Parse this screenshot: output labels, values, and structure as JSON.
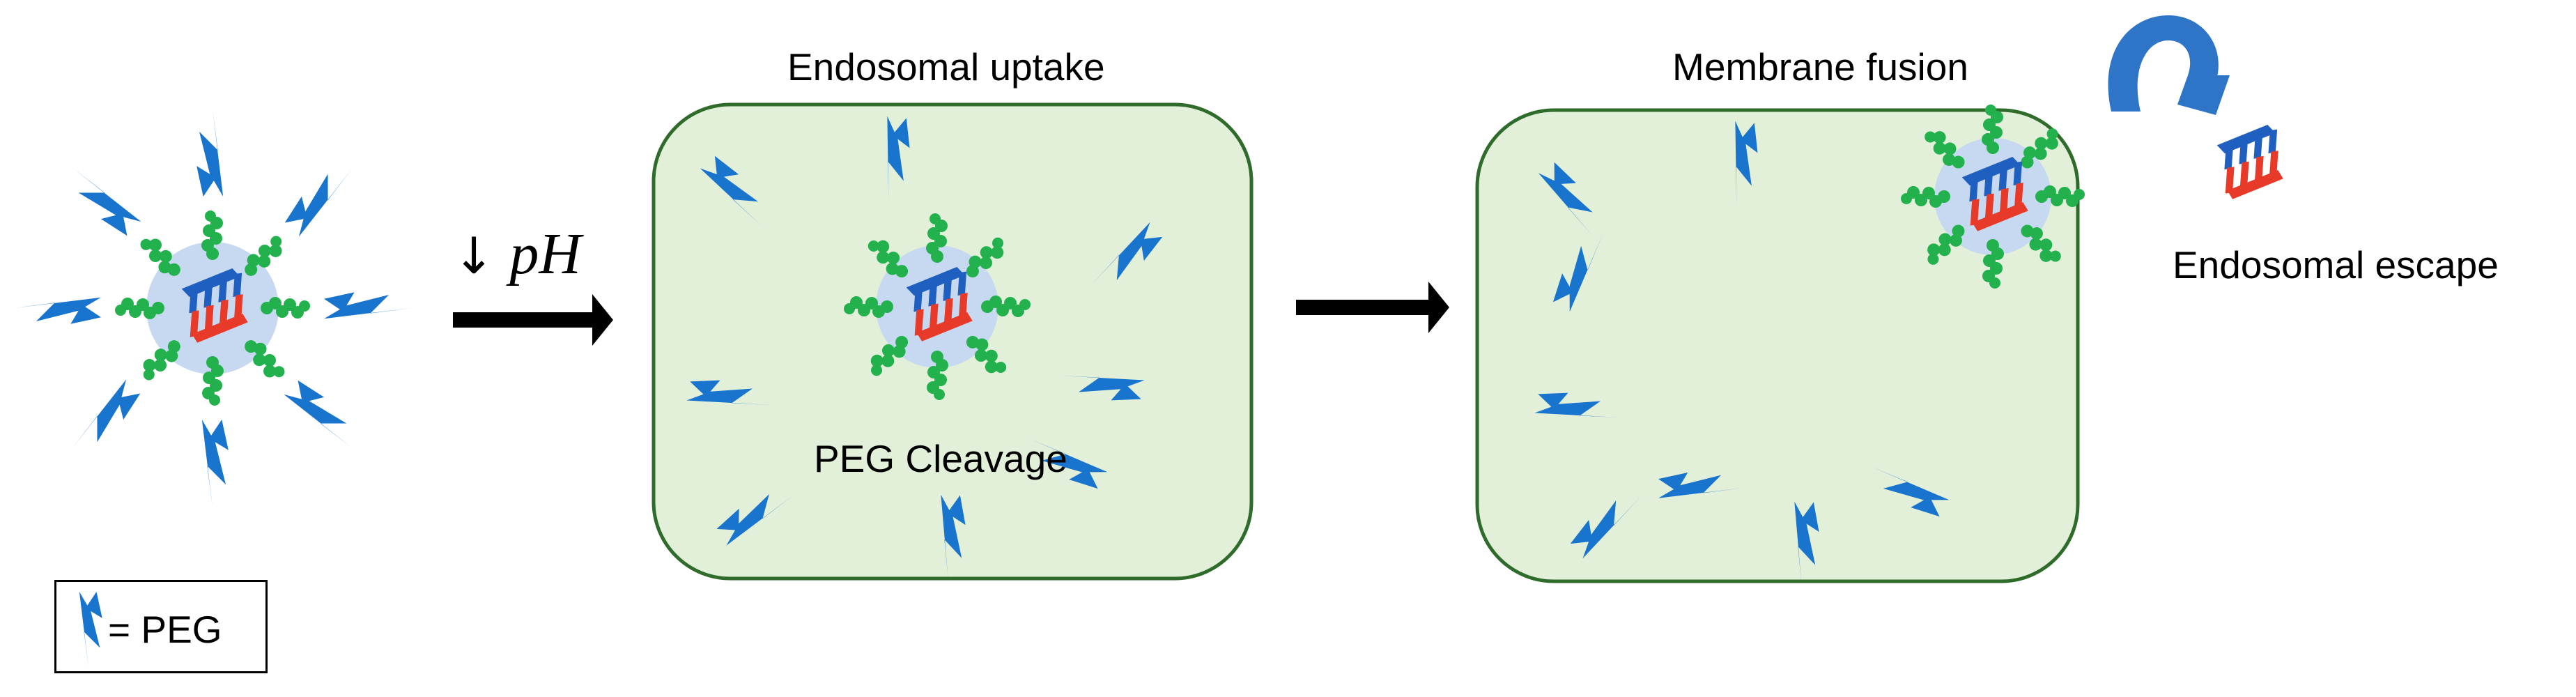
{
  "labels": {
    "endosomal_uptake": "Endosomal uptake",
    "membrane_fusion": "Membrane fusion",
    "endosomal_escape": "Endosomal escape",
    "peg_cleavage": "PEG Cleavage",
    "ph_trigger": "pH",
    "ph_arrow": "↓",
    "legend_text": "= PEG"
  },
  "colors": {
    "peg": "#1874cd",
    "lipid": "#22b14c",
    "core": "#c6d9f1",
    "endosome_fill": "#e2f0d9",
    "endosome_stroke": "#2f6b2a",
    "strand_blue": "#1f5fbf",
    "strand_red": "#e83a28",
    "escape_arrow": "#2e75c8",
    "arrow": "#000000"
  },
  "icons": {
    "peg": "peg-lightning-icon",
    "lipid": "lipid-chain-icon",
    "cargo": "nucleic-acid-duplex-icon"
  }
}
